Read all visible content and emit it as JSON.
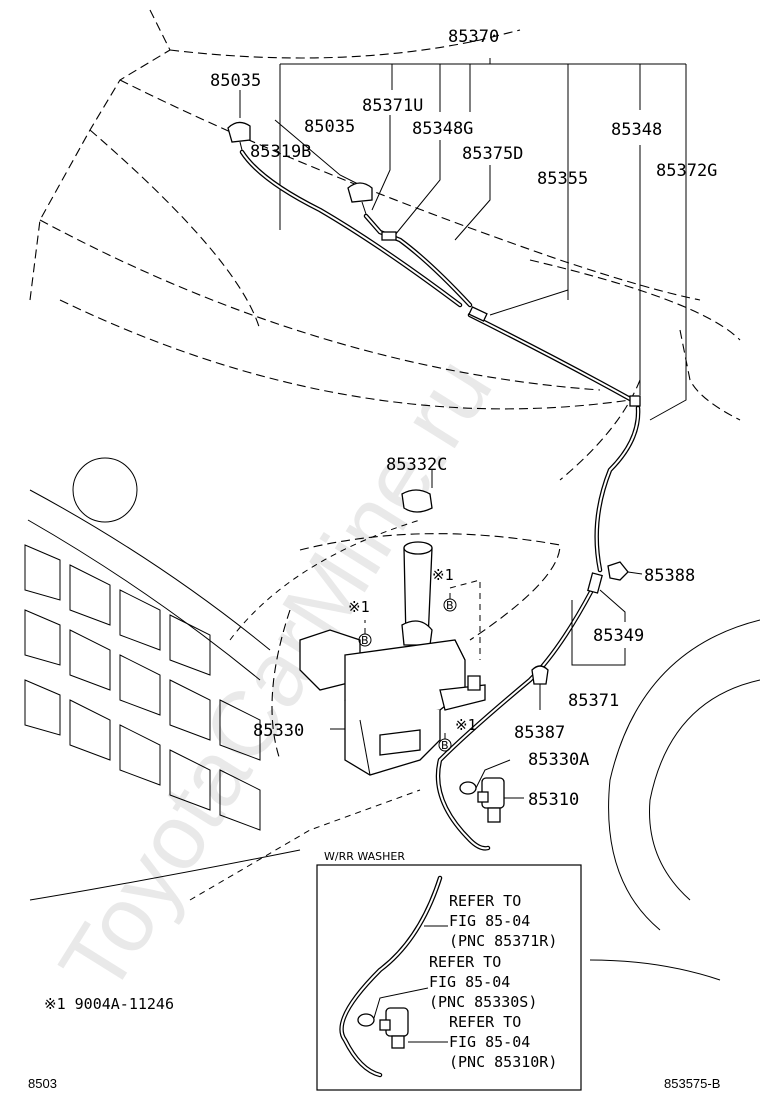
{
  "watermark": "ToyotaCarMine.ru",
  "labels": {
    "p85370": "85370",
    "p85035_a": "85035",
    "p85371U": "85371U",
    "p85035_b": "85035",
    "p85348G": "85348G",
    "p85319B": "85319B",
    "p85375D": "85375D",
    "p85348": "85348",
    "p85355": "85355",
    "p85372G": "85372G",
    "p85332C": "85332C",
    "p85388": "85388",
    "p85349": "85349",
    "p85371": "85371",
    "p85330": "85330",
    "p85387": "85387",
    "p85330A": "85330A",
    "p85310": "85310"
  },
  "callouts": {
    "mark1_a": "※1",
    "mark1_b": "※1",
    "mark1_c": "※1",
    "circle_b": "B"
  },
  "inset": {
    "title": "W/RR WASHER",
    "refer1": [
      "REFER TO",
      "FIG 85-04",
      "(PNC 85371R)"
    ],
    "refer2": [
      "REFER TO",
      "FIG 85-04",
      "(PNC 85330S)"
    ],
    "refer3": [
      "REFER TO",
      "FIG 85-04",
      "(PNC 85310R)"
    ]
  },
  "footnote": "※1 9004A-11246",
  "corner_left": "8503",
  "corner_right": "853575-B"
}
